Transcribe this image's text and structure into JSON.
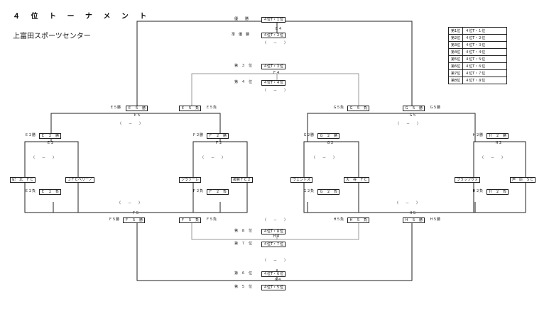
{
  "title": "４ 位 ト ー ナ メ ン ト",
  "venue": "上富田スポーツセンター",
  "legend": [
    {
      "rank": "第1位",
      "label": "４位T・１位"
    },
    {
      "rank": "第2位",
      "label": "４位T・２位"
    },
    {
      "rank": "第3位",
      "label": "４位T・３位"
    },
    {
      "rank": "第4位",
      "label": "４位T・４位"
    },
    {
      "rank": "第5位",
      "label": "４位T・５位"
    },
    {
      "rank": "第6位",
      "label": "４位T・６位"
    },
    {
      "rank": "第7位",
      "label": "４位T・７位"
    },
    {
      "rank": "第8位",
      "label": "４位T・８位"
    }
  ],
  "ranks": {
    "r1": "優　　勝",
    "r1_box": "４位T・１位",
    "r2": "準　優　勝",
    "r2_box": "４位T・２位",
    "r3": "第　３　位",
    "r3_box": "４位T・３位",
    "r4": "第　４　位",
    "r4_box": "４位T・４位",
    "r8": "第　８　位",
    "r8_box": "４位T・８位",
    "r7": "第　７　位",
    "r7_box": "４位T・７位",
    "r6": "第　６　位",
    "r6_box": "４位T・６位",
    "r5": "第　５　位",
    "r5_box": "４位T・５位"
  },
  "match_codes": {
    "e4": "Ｅ４",
    "f4": "Ｆ４",
    "h4": "Ｈ４",
    "g4": "Ｇ４",
    "e5": "Ｅ５",
    "g5": "Ｇ５",
    "f5": "Ｆ５",
    "h5": "Ｈ５",
    "e2": "Ｅ２",
    "f2": "Ｆ２",
    "g2": "Ｇ２",
    "h2": "Ｈ２"
  },
  "time_placeholder": "（　　－　　）",
  "slots": {
    "e5_win": "Ｅ５勝",
    "e5_win_box": "Ｅ　５　勝",
    "e5_lose": "Ｅ５負",
    "e5_lose_box": "Ｅ　５　負",
    "g5_lose": "Ｇ５負",
    "g5_lose_box": "Ｇ　５　負",
    "g5_win": "Ｇ５勝",
    "g5_win_box": "Ｇ　５　勝",
    "e2w": "Ｅ２勝",
    "e2w_box": "Ｅ　２　勝",
    "f2w": "Ｆ２勝",
    "f2w_box": "Ｆ　２　勝",
    "g2w": "Ｇ２勝",
    "g2w_box": "Ｇ　２　勝",
    "h2w": "Ｈ２勝",
    "h2w_box": "Ｈ　２　勝",
    "e2l": "Ｅ２負",
    "e2l_box": "Ｅ　２　負",
    "f2l": "Ｆ２負",
    "f2l_box": "Ｆ　２　負",
    "g2l": "Ｇ２負",
    "g2l_box": "Ｇ　２　負",
    "h2l": "Ｈ２負",
    "h2l_box": "Ｈ　２　負",
    "f5_win": "Ｆ５勝",
    "f5_win_box": "Ｆ　５　勝",
    "f5_lose": "Ｆ５負",
    "f5_lose_box": "Ｆ　５　負",
    "h5_lose": "Ｈ５負",
    "h5_lose_box": "Ｈ　５　負",
    "h5_win": "Ｈ５勝",
    "h5_win_box": "Ｈ　５　勝"
  },
  "teams": {
    "t1": "紀　北　ＦＣ",
    "t2": "ＪＦＣベリーノ",
    "t3": "ジラソーレ",
    "t4": "那賀ＦＣ２",
    "t5": "ヴェントス",
    "t6": "大　谷　ＦＣ",
    "t7": "ブラッツヴォ",
    "t8": "芦　原　ＳＣ"
  }
}
